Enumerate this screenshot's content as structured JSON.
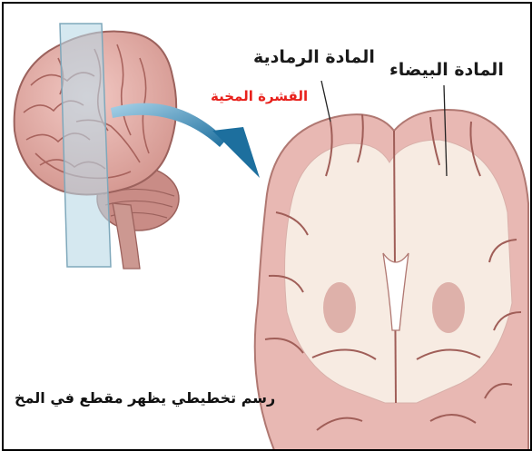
{
  "labels": {
    "gray_matter": "المادة الرمادية",
    "white_matter": "المادة البيضاء",
    "cerebral_cortex": "القشرة المخية",
    "caption": "رسم تخطيطي يظهر مقطع  في المخ"
  },
  "colors": {
    "cortex_label": "#e8211c",
    "brain_tissue": "#e8b8b3",
    "white_matter_fill": "#f7ebe2",
    "arrow": "#2f86b5",
    "plane": "#b9d8e6"
  },
  "icons": {
    "brain_lateral": "brain-side-view",
    "brain_section": "coronal-brain-section",
    "arrow": "curved-arrow"
  }
}
